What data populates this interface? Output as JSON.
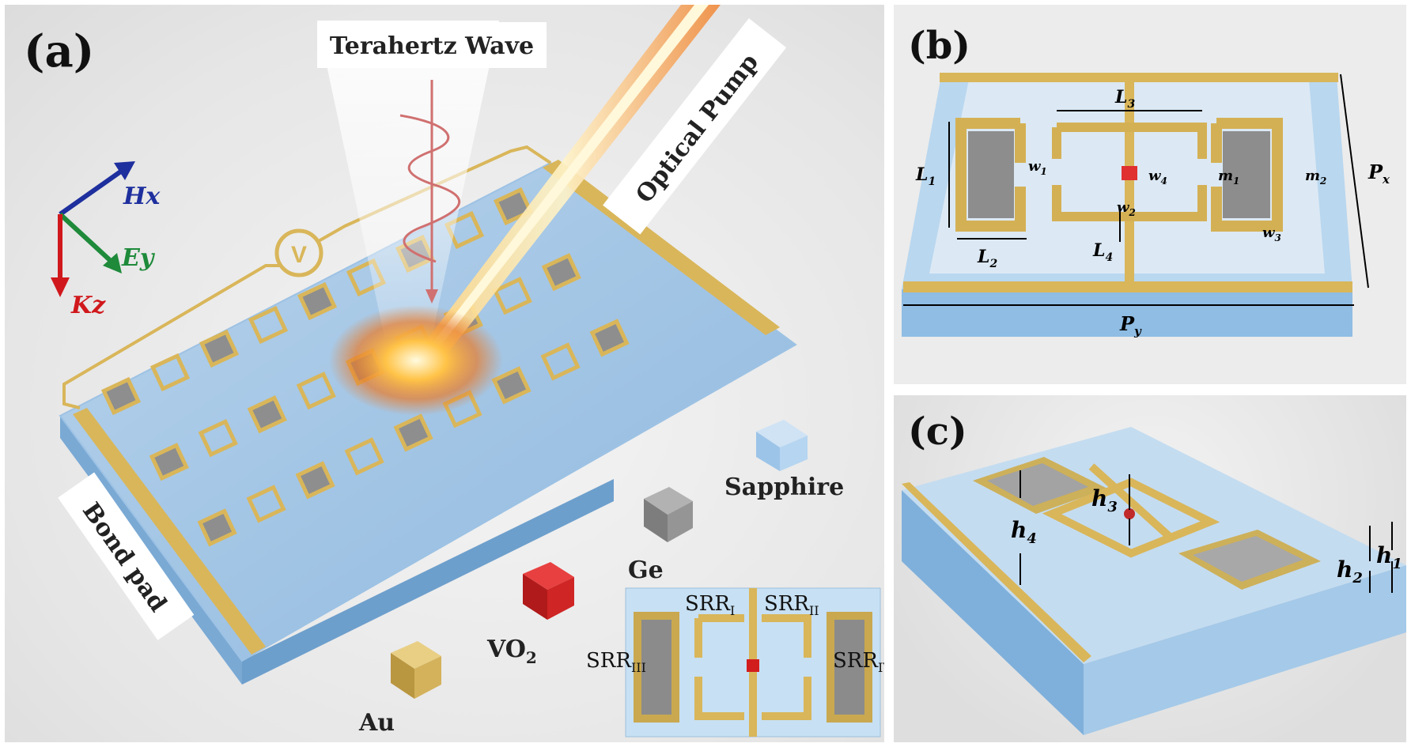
{
  "panel_a": {
    "label": "(a)",
    "terahertz_wave": "Terahertz Wave",
    "optical_pump": "Optical Pump",
    "bond_pad": "Bond pad",
    "axis_hx": "Hx",
    "axis_ey": "Ey",
    "axis_kz": "Kz",
    "sapphire": "Sapphire",
    "ge": "Ge",
    "vo2": "VO",
    "vo2_sub": "2",
    "au": "Au",
    "voltage_symbol": "V",
    "srr_1": "SRR",
    "srr_1_sub": "I",
    "srr_2": "SRR",
    "srr_2_sub": "II",
    "srr_3": "SRR",
    "srr_3_sub": "III",
    "srr_4": "SRR",
    "srr_4_sub": "IV",
    "colors": {
      "hx": "#1e2f9e",
      "ey": "#1e8a3a",
      "kz": "#d0181c",
      "gold": "#d9b65a",
      "substrate": "#a9cce8"
    }
  },
  "panel_b": {
    "label": "(b)",
    "L1": "L",
    "L1_sub": "1",
    "L2": "L",
    "L2_sub": "2",
    "L3": "L",
    "L3_sub": "3",
    "L4": "L",
    "L4_sub": "4",
    "w1": "w",
    "w1_sub": "1",
    "w2": "w",
    "w2_sub": "2",
    "w3": "w",
    "w3_sub": "3",
    "w4": "w",
    "w4_sub": "4",
    "m1": "m",
    "m1_sub": "1",
    "m2": "m",
    "m2_sub": "2",
    "Px": "P",
    "Px_sub": "x",
    "Py": "P",
    "Py_sub": "y"
  },
  "panel_c": {
    "label": "(c)",
    "h1": "h",
    "h1_sub": "1",
    "h2": "h",
    "h2_sub": "2",
    "h3": "h",
    "h3_sub": "3",
    "h4": "h",
    "h4_sub": "4"
  }
}
